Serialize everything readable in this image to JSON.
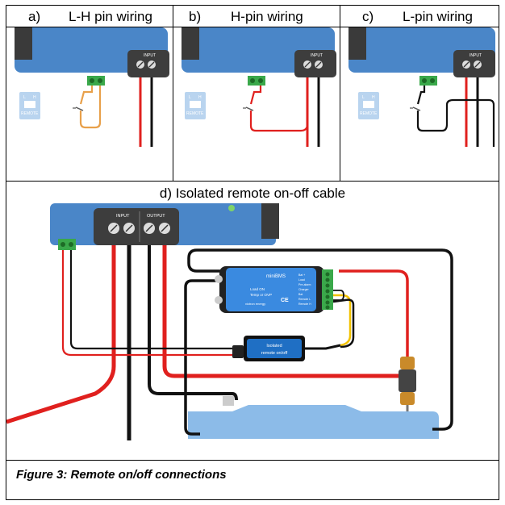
{
  "panels": [
    {
      "letter": "a)",
      "title": "L-H pin wiring"
    },
    {
      "letter": "b)",
      "title": "H-pin wiring"
    },
    {
      "letter": "c)",
      "title": "L-pin wiring"
    }
  ],
  "panel_d": {
    "title": "d) Isolated remote on-off cable"
  },
  "small_labels": {
    "input": "INPUT",
    "output": "OUTPUT",
    "l": "L",
    "h": "H",
    "remote": "REMOTE"
  },
  "minibms": {
    "name": "miniBMS",
    "brand": "victron energy",
    "load_on": "Load ON",
    "temp_ok": "Temp or OVP",
    "ce": "CE",
    "terminals": [
      "Bat +",
      "Load",
      "Pre-alarm",
      "Charger",
      "Bat",
      "Remote L",
      "Remote H"
    ]
  },
  "isolated_cable": {
    "line1": "Isolated",
    "line2": "remote on/off"
  },
  "caption": "Figure 3: Remote on/off connections",
  "colors": {
    "blue": "#4a86c8",
    "red": "#e0201e",
    "black": "#111111",
    "orange": "#e8a04a",
    "yellow": "#f2c200",
    "green": "#3aa84a"
  }
}
